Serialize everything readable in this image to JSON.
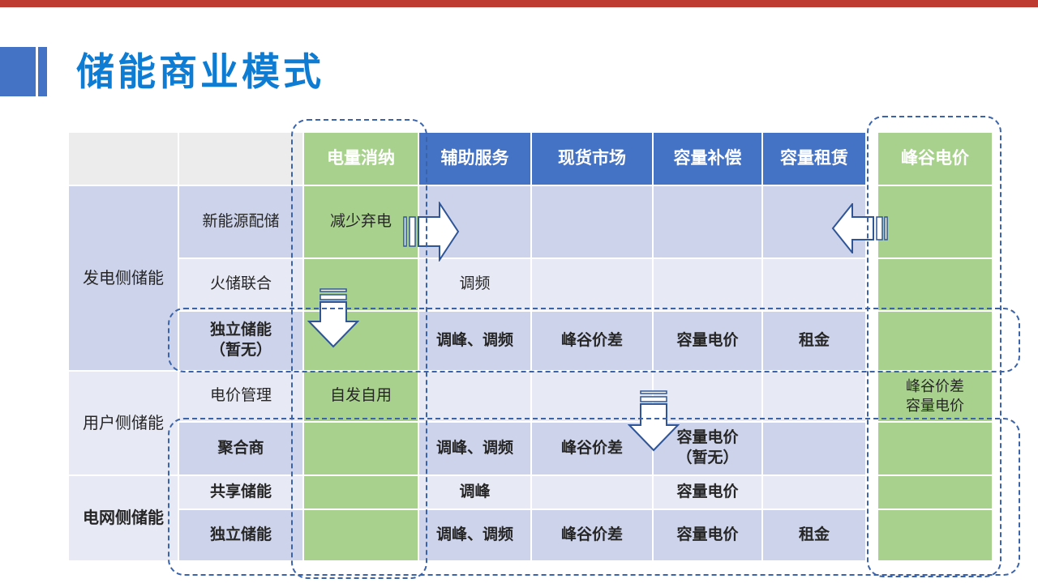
{
  "slide": {
    "title": "储能商业模式",
    "title_color": "#0E7CD2",
    "top_bar_color": "#BE3B31",
    "accent_color": "#4472C4"
  },
  "table": {
    "columns": [
      "",
      "",
      "电量消纳",
      "辅助服务",
      "现货市场",
      "容量补偿",
      "容量租赁",
      "峰谷电价"
    ],
    "green_columns": [
      "电量消纳",
      "峰谷电价"
    ],
    "groups": [
      {
        "label": "发电侧储能"
      },
      {
        "label": "用户侧储能"
      },
      {
        "label": "电网侧储能"
      }
    ],
    "rows": [
      {
        "label": "新能源配储",
        "cells": [
          "减少弃电",
          "",
          "",
          "",
          "",
          ""
        ]
      },
      {
        "label": "火储联合",
        "cells": [
          "",
          "调频",
          "",
          "",
          "",
          ""
        ]
      },
      {
        "label": "独立储能\n（暂无）",
        "cells": [
          "",
          "调峰、调频",
          "峰谷价差",
          "容量电价",
          "租金",
          ""
        ]
      },
      {
        "label": "电价管理",
        "cells": [
          "自发自用",
          "",
          "",
          "",
          "",
          "峰谷价差\n容量电价"
        ]
      },
      {
        "label": "聚合商",
        "cells": [
          "",
          "调峰、调频",
          "峰谷价差",
          "容量电价\n（暂无）",
          "",
          ""
        ]
      },
      {
        "label": "共享储能",
        "cells": [
          "",
          "调峰",
          "",
          "容量电价",
          "",
          ""
        ]
      },
      {
        "label": "独立储能",
        "cells": [
          "",
          "调峰、调频",
          "峰谷价差",
          "容量电价",
          "租金",
          ""
        ]
      }
    ],
    "colors": {
      "header_blue": "#4472C4",
      "header_gray": "#ECECEC",
      "green": "#A9D18E",
      "band_dark": "#CDD3EA",
      "band_light": "#E7E9F4",
      "dashed_border": "#3A63A9",
      "arrow_outline": "#2F5597",
      "text": "#262626"
    }
  },
  "icons": {
    "flow_right": "striped-right-arrow",
    "flow_left": "striped-left-arrow",
    "flow_down": "striped-down-arrow"
  }
}
